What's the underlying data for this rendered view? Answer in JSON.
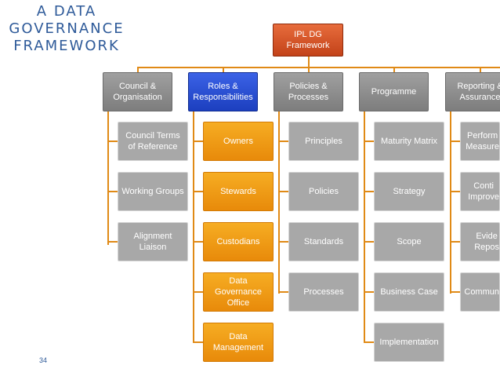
{
  "title": "A DATA\nGOVERNANCE\nFRAMEWORK",
  "page_number": "34",
  "root": {
    "label": "IPL DG\nFramework"
  },
  "columns": [
    {
      "label": "Council &\nOrganisation",
      "items": [
        "Council Terms\nof Reference",
        "Working Groups",
        "Alignment\nLiaison"
      ]
    },
    {
      "label": "Roles &\nResponsibilities",
      "items": [
        "Owners",
        "Stewards",
        "Custodians",
        "Data\nGovernance\nOffice",
        "Data\nManagement"
      ]
    },
    {
      "label": "Policies &\nProcesses",
      "items": [
        "Principles",
        "Policies",
        "Standards",
        "Processes"
      ]
    },
    {
      "label": "Programme",
      "items": [
        "Maturity Matrix",
        "Strategy",
        "Scope",
        "Business Case",
        "Implementation"
      ]
    },
    {
      "label": "Reporting &\nAssurance",
      "items": [
        "Perform\nMeasure",
        "Conti\nImprove",
        "Evide\nRepos",
        "Commun"
      ]
    }
  ],
  "colors": {
    "accent": "#e08a16",
    "title": "#2e5a99",
    "root": "#d4582a",
    "highlight": "#2a4fd6",
    "orange": "#f09a13",
    "grey": "#a3a3a3"
  }
}
